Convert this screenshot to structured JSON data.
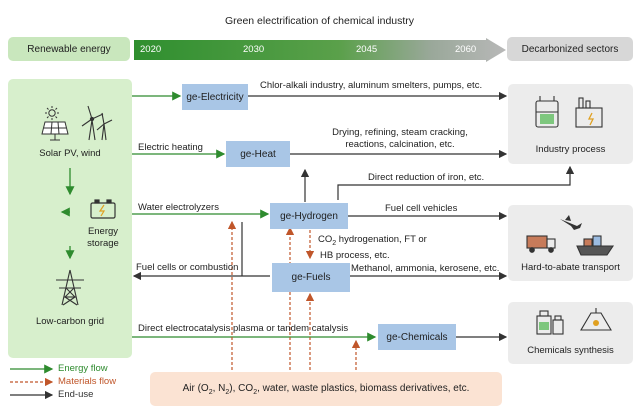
{
  "header": {
    "title": "Green electrification of chemical industry",
    "renewable": "Renewable energy",
    "decarbonized": "Decarbonized sectors",
    "years": [
      "2020",
      "2030",
      "2045",
      "2060"
    ]
  },
  "left": {
    "solar": "Solar PV, wind",
    "storage": [
      "Energy",
      "storage"
    ],
    "grid": "Low-carbon grid"
  },
  "nodes": {
    "electricity": "ge-Electricity",
    "heat": "ge-Heat",
    "hydrogen": "ge-Hydrogen",
    "fuels": "ge-Fuels",
    "chemicals": "ge-Chemicals"
  },
  "edges": {
    "chlor": "Chlor-alkali industry, aluminum smelters, pumps, etc.",
    "drying": [
      "Drying, refining, steam cracking,",
      "reactions, calcination, etc."
    ],
    "electric_heating": "Electric heating",
    "direct_reduction": "Direct reduction of iron, etc.",
    "water_electrolyzers": "Water electrolyzers",
    "fuel_cell_vehicles": "Fuel cell vehicles",
    "co2_line1_pre": "CO",
    "co2_line1_sub": "2",
    "co2_line1_post": " hydrogenation, FT or",
    "co2_line2": "HB process, etc.",
    "fuel_cells": "Fuel cells or combustion",
    "methanol": "Methanol, ammonia, kerosene, etc.",
    "electrocatalysis": "Direct electrocatalysis plasma or tandem catalysis"
  },
  "sectors": {
    "industry": "Industry process",
    "transport": "Hard-to-abate transport",
    "chemicals": "Chemicals synthesis"
  },
  "materials": {
    "p1": "Air (O",
    "s1": "2",
    "p2": ", N",
    "s2": "2",
    "p3": "), CO",
    "s3": "2",
    "p4": ", water, waste plastics, biomass derivatives, etc."
  },
  "legend": {
    "energy": "Energy flow",
    "materials": "Materials flow",
    "enduse": "End-use"
  },
  "colors": {
    "energy": "#2e8b2e",
    "materials": "#c0562a",
    "enduse": "#333333",
    "node": "#a9c6e6"
  }
}
